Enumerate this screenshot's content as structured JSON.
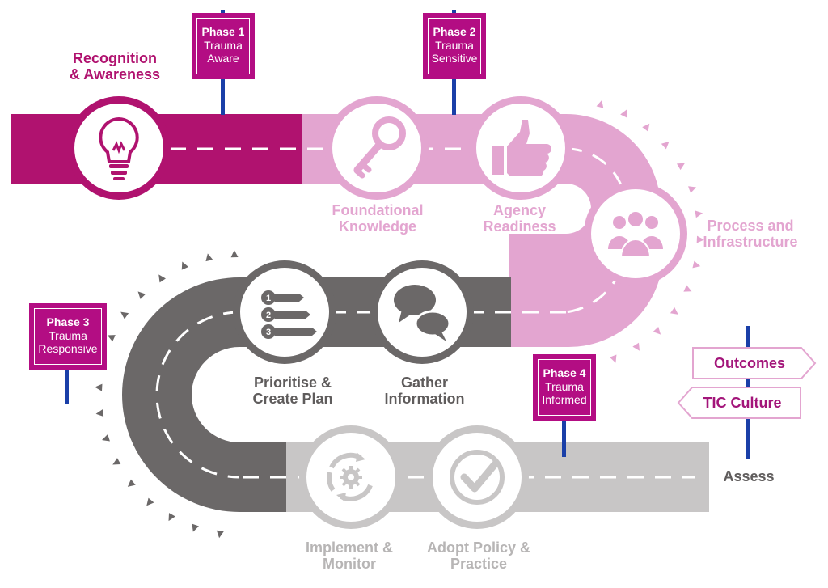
{
  "colors": {
    "dark_magenta": "#b0126f",
    "pink": "#e3a5d0",
    "dark_gray": "#6b6868",
    "light_gray": "#c8c6c6",
    "sign": "#b30d83",
    "pole": "#1a3fa8"
  },
  "stages": {
    "recognition": {
      "line1": "Recognition",
      "line2": "& Awareness",
      "icon": "lightbulb-icon"
    },
    "foundational": {
      "line1": "Foundational",
      "line2": "Knowledge",
      "icon": "key-icon"
    },
    "agency": {
      "line1": "Agency",
      "line2": "Readiness",
      "icon": "thumbs-up-icon"
    },
    "process": {
      "line1": "Process and",
      "line2": "Infrastructure",
      "icon": "people-group-icon"
    },
    "gather": {
      "line1": "Gather",
      "line2": "Information",
      "icon": "speech-bubbles-icon"
    },
    "prioritise": {
      "line1": "Prioritise &",
      "line2": "Create Plan",
      "icon": "numbered-list-icon",
      "numbers": [
        "1",
        "2",
        "3"
      ]
    },
    "implement": {
      "line1": "Implement &",
      "line2": "Monitor",
      "icon": "gear-cycle-icon"
    },
    "adopt": {
      "line1": "Adopt Policy &",
      "line2": "Practice",
      "icon": "checkmark-icon"
    },
    "assess": {
      "label": "Assess"
    }
  },
  "phases": [
    {
      "title": "Phase 1",
      "line1": "Trauma",
      "line2": "Aware"
    },
    {
      "title": "Phase 2",
      "line1": "Trauma",
      "line2": "Sensitive"
    },
    {
      "title": "Phase 3",
      "line1": "Trauma",
      "line2": "Responsive"
    },
    {
      "title": "Phase 4",
      "line1": "Trauma",
      "line2": "Informed"
    }
  ],
  "signpost": {
    "outcomes": "Outcomes",
    "culture": "TIC Culture"
  }
}
